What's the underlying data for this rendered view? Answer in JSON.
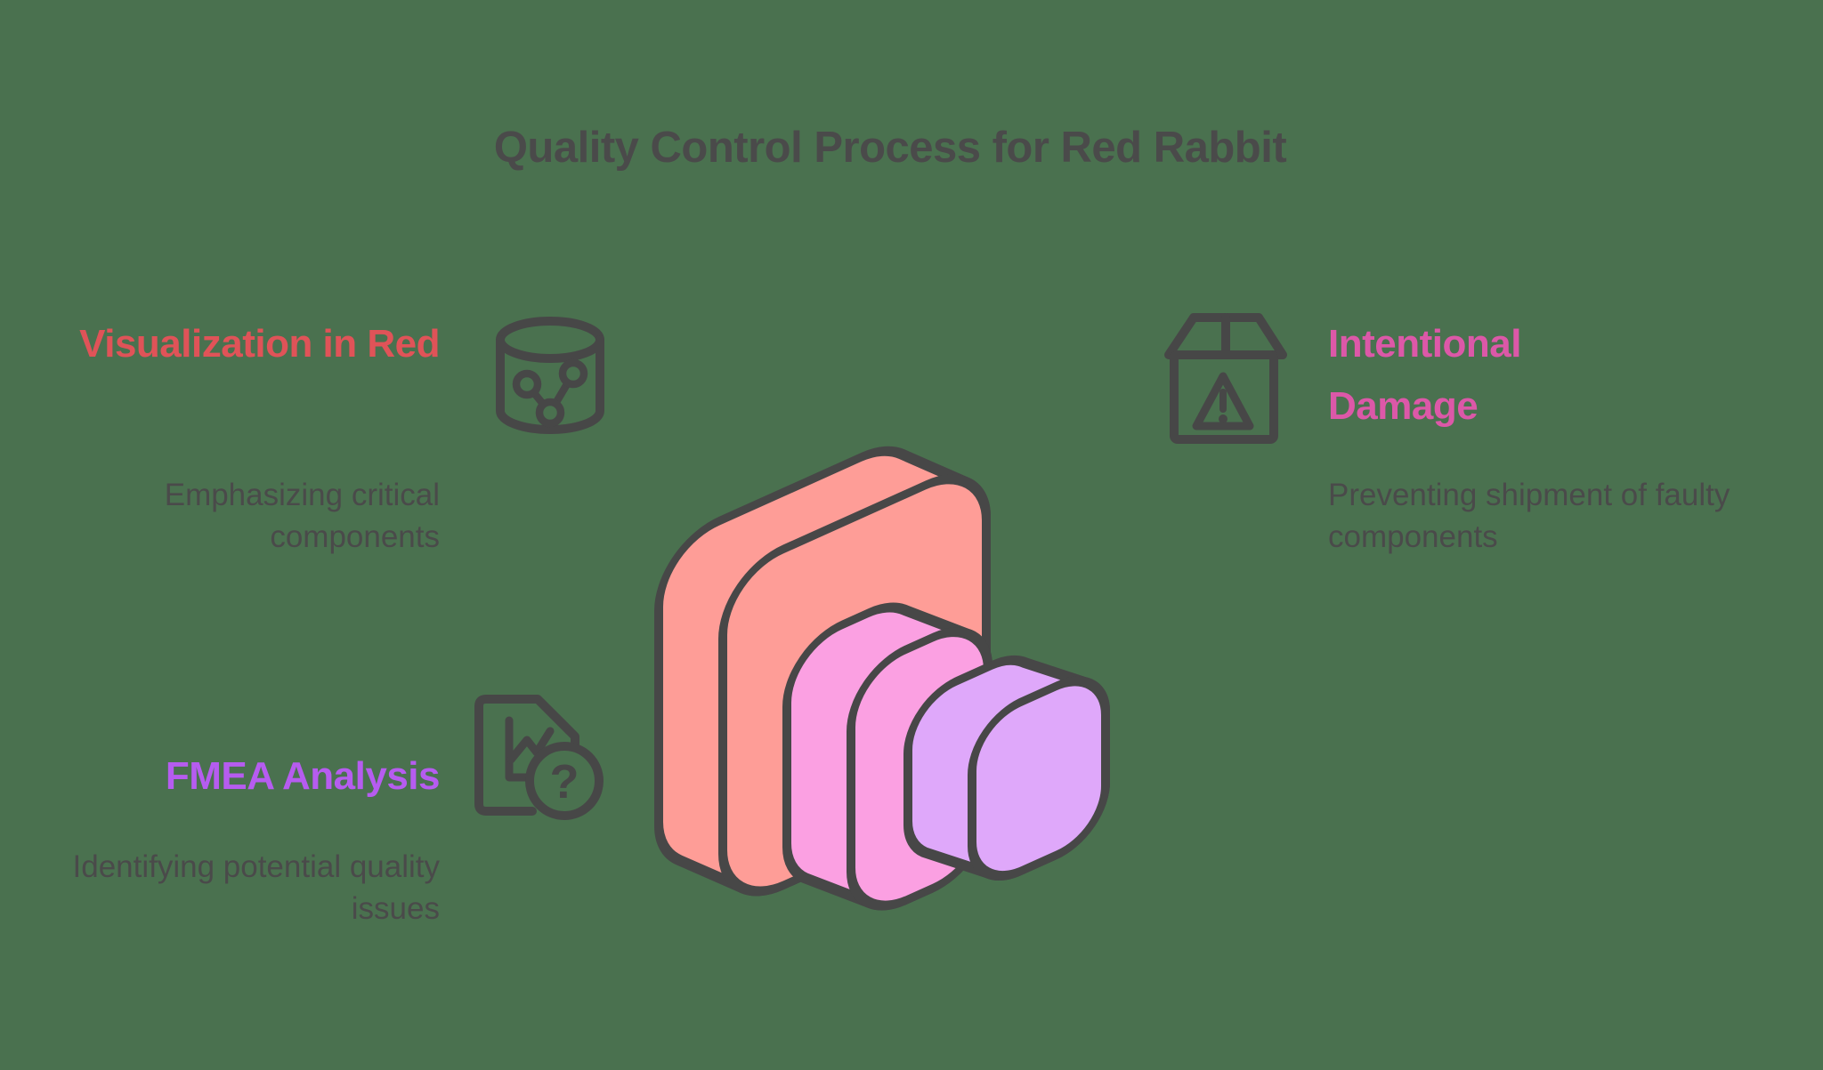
{
  "colors": {
    "background": "#4A714F",
    "ink": "#474747",
    "text": "#4A4A4A",
    "heading_red": "#E05358",
    "heading_purple": "#B65CF0",
    "heading_magenta": "#DC58A8",
    "square_large": "#FE9D97",
    "square_medium": "#FBA0E2",
    "square_small": "#DFA8FA"
  },
  "title": "Quality Control Process for Red Rabbit",
  "sections": {
    "visualization": {
      "heading": "Visualization in Red",
      "description": "Emphasizing critical components",
      "icon": "database-share-icon"
    },
    "fmea": {
      "heading": "FMEA Analysis",
      "description": "Identifying potential quality issues",
      "icon": "document-chart-question-icon"
    },
    "damage": {
      "heading": "Intentional Damage",
      "description": "Preventing shipment of faulty components",
      "icon": "package-warning-icon"
    }
  },
  "illustration": {
    "name": "stacked-rounded-squares",
    "question_mark": "?"
  }
}
